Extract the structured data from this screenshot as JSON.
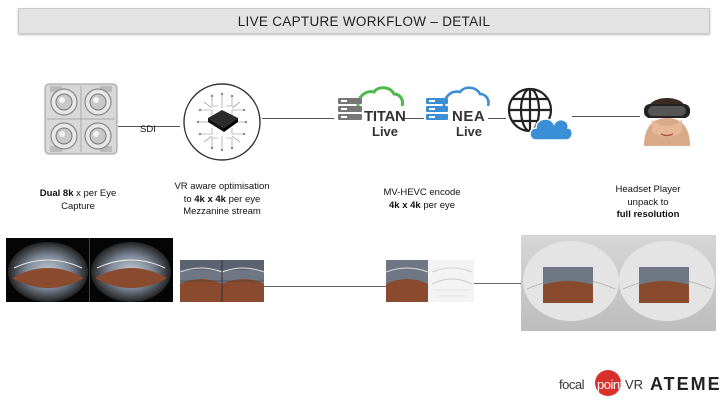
{
  "header": {
    "title": "LIVE CAPTURE WORKFLOW – DETAIL"
  },
  "link": {
    "sdi_label": "SDI"
  },
  "logos": {
    "titan": {
      "line1": "TITAN",
      "line2": "Live"
    },
    "nea": {
      "line1": "NEA",
      "line2": "Live"
    }
  },
  "captions": {
    "capture": {
      "bold1": "Dual 8k",
      "text1": " x per Eye",
      "line2": "Capture"
    },
    "optimise": {
      "line1": "VR aware optimisation",
      "pre2": "to ",
      "bold2": "4k x 4k",
      "post2": " per eye",
      "line3": "Mezzanine stream"
    },
    "encode": {
      "line1": "MV-HEVC encode",
      "bold2": "4k x 4k",
      "post2": " per eye"
    },
    "player": {
      "line1": "Headset Player",
      "line2": "unpack to",
      "bold3": "full resolution"
    }
  },
  "branding": {
    "focal_left": "focal",
    "focal_point": "point",
    "focal_vr": "VR",
    "ateme": "ATEME"
  },
  "colors": {
    "accent_blue": "#3a8fd6",
    "accent_green": "#4fb84f",
    "focal_red": "#d9302c",
    "track_brown": "#8a4a2e"
  }
}
